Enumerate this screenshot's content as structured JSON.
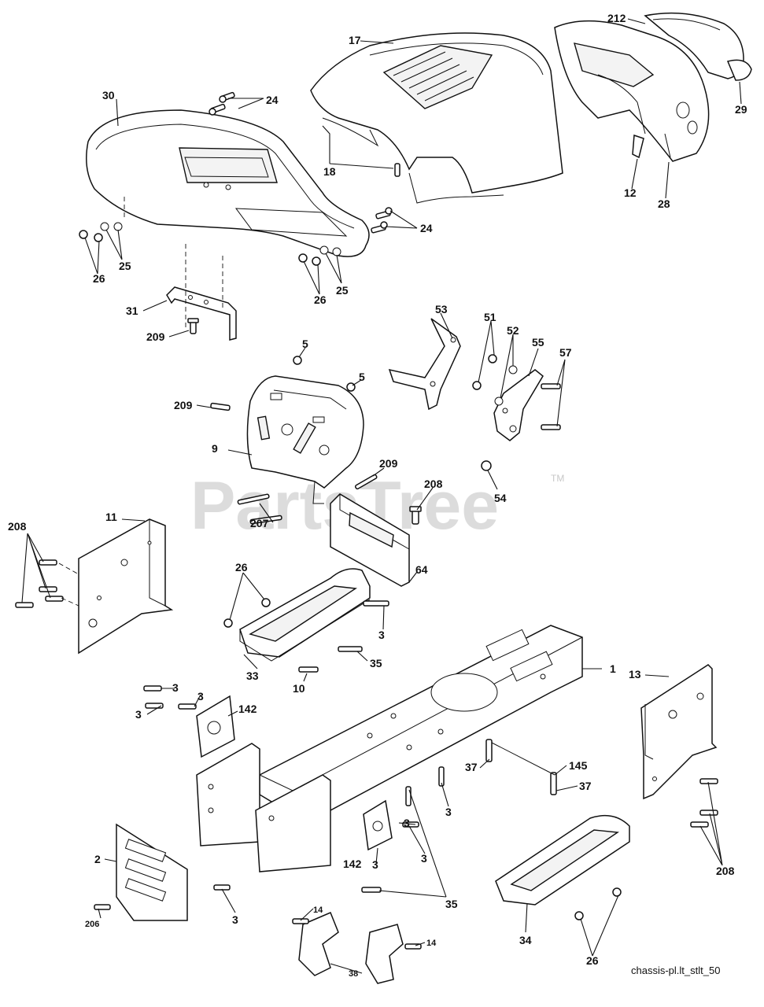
{
  "watermark": {
    "brand": "PartsTree",
    "tm": "TM"
  },
  "caption": "chassis-pl.lt_stlt_50",
  "labels": {
    "l_1": "1",
    "l_2": "2",
    "l_3": "3",
    "l_5": "5",
    "l_9": "9",
    "l_10": "10",
    "l_11": "11",
    "l_12": "12",
    "l_13": "13",
    "l_14": "14",
    "l_17": "17",
    "l_18": "18",
    "l_24": "24",
    "l_25": "25",
    "l_26": "26",
    "l_28": "28",
    "l_29": "29",
    "l_30": "30",
    "l_31": "31",
    "l_33": "33",
    "l_34": "34",
    "l_35": "35",
    "l_37": "37",
    "l_38": "38",
    "l_51": "51",
    "l_52": "52",
    "l_53": "53",
    "l_54": "54",
    "l_55": "55",
    "l_57": "57",
    "l_64": "64",
    "l_142": "142",
    "l_145": "145",
    "l_206": "206",
    "l_207": "207",
    "l_208": "208",
    "l_209": "209",
    "l_212": "212"
  }
}
